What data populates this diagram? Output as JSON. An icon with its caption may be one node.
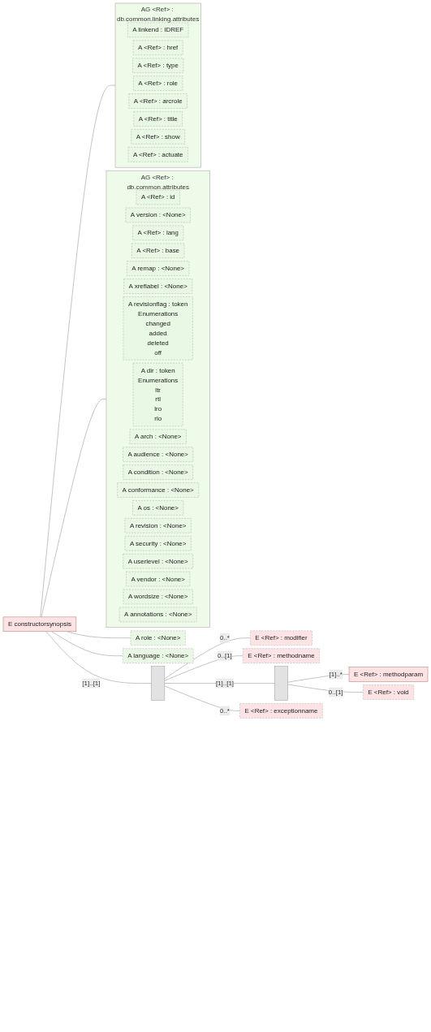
{
  "diagram": {
    "nodes": [
      {
        "text": [
          "E",
          "constructorsynopsis"
        ]
      },
      {
        "text": [
          "A",
          "role",
          ": <None>"
        ]
      },
      {
        "text": [
          "AG",
          "<Ref>",
          ": db.common.attributes"
        ]
      },
      {
        "text": [
          "A",
          "<Ref>",
          ": id"
        ],
        "in": 2
      },
      {
        "text": [
          "A",
          "version",
          ": <None>"
        ],
        "in": 2
      },
      {
        "text": [
          "A",
          "<Ref>",
          ": lang"
        ],
        "in": 2
      },
      {
        "text": [
          "A",
          "<Ref>",
          ": base"
        ],
        "in": 2
      },
      {
        "text": [
          "A",
          "remap",
          ": <None>"
        ],
        "in": 2
      },
      {
        "text": [
          "A",
          "xreflabel",
          ": <None>"
        ],
        "in": 2
      },
      {
        "text": [
          "A",
          "revisionflag",
          ": token",
          "Enumerations",
          "changed",
          "added",
          "deleted",
          "off"
        ],
        "in": 2
      },
      {
        "text": [
          "A",
          "dir",
          ": token",
          "Enumerations",
          "ltr",
          "rtl",
          "lro",
          "rlo"
        ],
        "in": 2
      },
      {
        "text": [
          "A",
          "arch",
          ": <None>"
        ],
        "in": 2
      },
      {
        "text": [
          "A",
          "audience",
          ": <None>"
        ],
        "in": 2
      },
      {
        "text": [
          "A",
          "condition",
          ": <None>"
        ],
        "in": 2
      },
      {
        "text": [
          "A",
          "conformance",
          ": <None>"
        ],
        "in": 2
      },
      {
        "text": [
          "A",
          "os",
          ": <None>"
        ],
        "in": 2
      },
      {
        "text": [
          "A",
          "revision",
          ": <None>"
        ],
        "in": 2
      },
      {
        "text": [
          "A",
          "security",
          ": <None>"
        ],
        "in": 2
      },
      {
        "text": [
          "A",
          "userlevel",
          ": <None>"
        ],
        "in": 2
      },
      {
        "text": [
          "A",
          "vendor",
          ": <None>"
        ],
        "in": 2
      },
      {
        "text": [
          "A",
          "wordsize",
          ": <None>"
        ],
        "in": 2
      },
      {
        "text": [
          "A",
          "annotations",
          ": <None>"
        ],
        "in": 2
      },
      {
        "text": [
          "AG",
          "<Ref>",
          ": db.common.linking.attributes"
        ]
      },
      {
        "text": [
          "A",
          "linkend",
          ": IDREF"
        ],
        "in": 22
      },
      {
        "text": [
          "A",
          "<Ref>",
          ": href"
        ],
        "in": 22
      },
      {
        "text": [
          "A",
          "<Ref>",
          ": type"
        ],
        "in": 22
      },
      {
        "text": [
          "A",
          "<Ref>",
          ": role"
        ],
        "in": 22
      },
      {
        "text": [
          "A",
          "<Ref>",
          ": arcrole"
        ],
        "in": 22
      },
      {
        "text": [
          "A",
          "<Ref>",
          ": title"
        ],
        "in": 22
      },
      {
        "text": [
          "A",
          "<Ref>",
          ": show"
        ],
        "in": 22
      },
      {
        "text": [
          "A",
          "<Ref>",
          ": actuate"
        ],
        "in": 22
      },
      {
        "text": [
          "A",
          "language",
          ": <None>"
        ]
      },
      {
        "text": [],
        "shape": "box"
      },
      {
        "text": [
          "E",
          "<Ref>",
          ": modifier"
        ]
      },
      {
        "text": [
          "E",
          "<Ref>",
          ": methodname"
        ]
      },
      {
        "text": [],
        "shape": "box"
      },
      {
        "text": [
          "E",
          "<Ref>",
          ": methodparam"
        ]
      },
      {
        "text": [
          "E",
          "<Ref>",
          ": void"
        ]
      },
      {
        "text": [
          "E",
          "<Ref>",
          ": exceptionname"
        ]
      }
    ],
    "edges": [
      {
        "from": 0,
        "to": 1,
        "arrow": "none"
      },
      {
        "from": 0,
        "to": 2,
        "arrow": "none"
      },
      {
        "from": 0,
        "to": 22,
        "arrow": "none"
      },
      {
        "from": 0,
        "to": 31,
        "arrow": "none"
      },
      {
        "from": 0,
        "to": 32,
        "arrow": "none",
        "label": "[1]..[1]"
      },
      {
        "from": 32,
        "to": 33,
        "arrow": "none",
        "label": "0..*"
      },
      {
        "from": 32,
        "to": 34,
        "arrow": "none",
        "label": "0..[1]"
      },
      {
        "from": 32,
        "to": 35,
        "arrow": "none",
        "label": "[1]..[1]"
      },
      {
        "from": 35,
        "to": 36,
        "arrow": "none",
        "label": "[1]..*"
      },
      {
        "from": 35,
        "to": 37,
        "arrow": "none",
        "label": "0..[1]"
      },
      {
        "from": 32,
        "to": 38,
        "arrow": "none",
        "label": "0..*"
      }
    ]
  }
}
